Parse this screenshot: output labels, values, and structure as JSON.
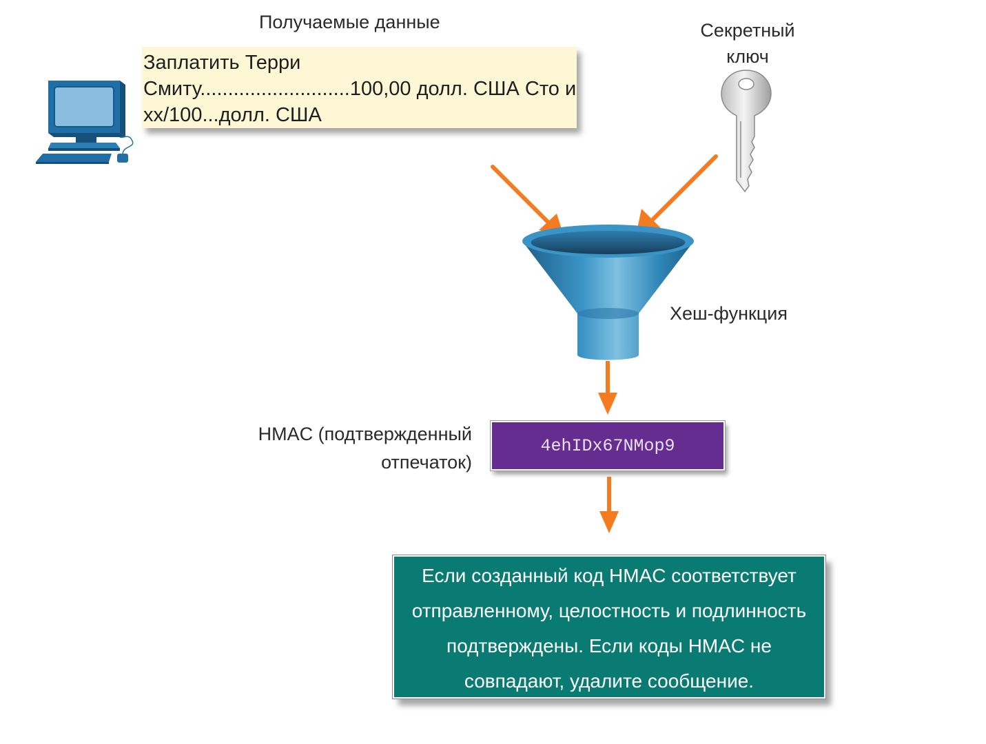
{
  "received_data_title": "Получаемые данные",
  "data_box": {
    "lines": [
      "Заплатить Терри",
      "Смиту...........................100,00 долл. США Сто и",
      "хх/100...долл. США"
    ]
  },
  "secret_key": {
    "label_lines": [
      "Секретный",
      "ключ"
    ]
  },
  "hash_function_label": "Хеш-функция",
  "hmac": {
    "label_lines": [
      "HMAC (подтвержденный",
      "отпечаток)"
    ],
    "value": "4ehIDx67NMop9"
  },
  "result": {
    "lines": [
      "Если созданный код HMAC соответствует",
      "отправленному, целостность и подлинность",
      "подтверждены. Если коды HMAC не",
      "совпадают, удалите сообщение."
    ]
  },
  "colors": {
    "arrow": "#f47b20",
    "hmac_box": "#662d91",
    "result_box": "#0a7b73",
    "data_box": "#fdf7d6",
    "funnel": "#2f86b8",
    "computer": "#1f6fa6"
  },
  "icons": [
    "computer-icon",
    "key-icon",
    "funnel-icon"
  ]
}
